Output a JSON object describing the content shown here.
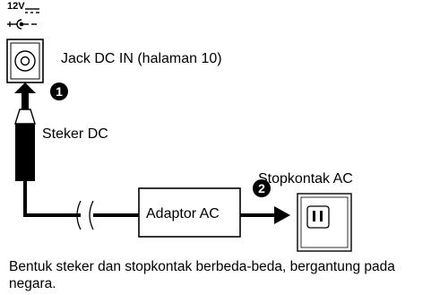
{
  "polarity": {
    "voltage": "12V",
    "dc_symbol": "⎓",
    "plus": "+",
    "minus": "–"
  },
  "labels": {
    "jack": "Jack DC IN (halaman 10)",
    "plug": "Steker DC",
    "outlet": "Stopkontak AC",
    "adaptor": "Adaptor AC"
  },
  "steps": [
    "1",
    "2"
  ],
  "caption": "Bentuk steker dan stopkontak berbeda-beda, bergantung pada negara."
}
